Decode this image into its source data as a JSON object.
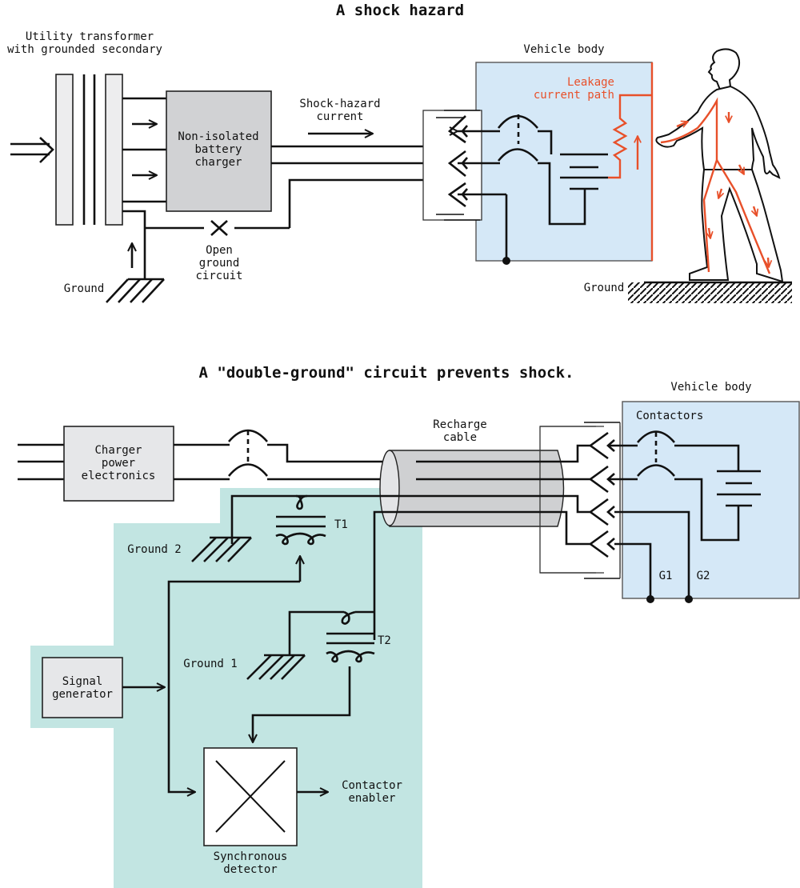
{
  "colors": {
    "line": "#111111",
    "vehicle_body_fill": "#d5e8f7",
    "detector_zone_fill": "#c2e5e2",
    "box_fill_dark": "#d1d2d4",
    "box_fill_light": "#e6e7e9",
    "leakage_red": "#e8502a",
    "cable_fill": "#cfd0d2"
  },
  "top": {
    "title": "A shock hazard",
    "transformer_label_1": "Utility transformer",
    "transformer_label_2": "with grounded secondary",
    "charger_1": "Non-isolated",
    "charger_2": "battery",
    "charger_3": "charger",
    "shock_current_1": "Shock-hazard",
    "shock_current_2": "current",
    "open_ground_1": "Open",
    "open_ground_2": "ground",
    "open_ground_3": "circuit",
    "ground_left": "Ground",
    "vehicle_body": "Vehicle body",
    "leakage_1": "Leakage",
    "leakage_2": "current path",
    "ground_right": "Ground"
  },
  "bottom": {
    "title": "A \"double-ground\" circuit prevents shock.",
    "charger_1": "Charger",
    "charger_2": "power",
    "charger_3": "electronics",
    "cable_1": "Recharge",
    "cable_2": "cable",
    "vehicle_body": "Vehicle body",
    "contactors": "Contactors",
    "t1": "T1",
    "t2": "T2",
    "ground2": "Ground 2",
    "ground1": "Ground 1",
    "g1": "G1",
    "g2": "G2",
    "signal_1": "Signal",
    "signal_2": "generator",
    "detector_1": "Synchronous",
    "detector_2": "detector",
    "enabler_1": "Contactor",
    "enabler_2": "enabler"
  }
}
